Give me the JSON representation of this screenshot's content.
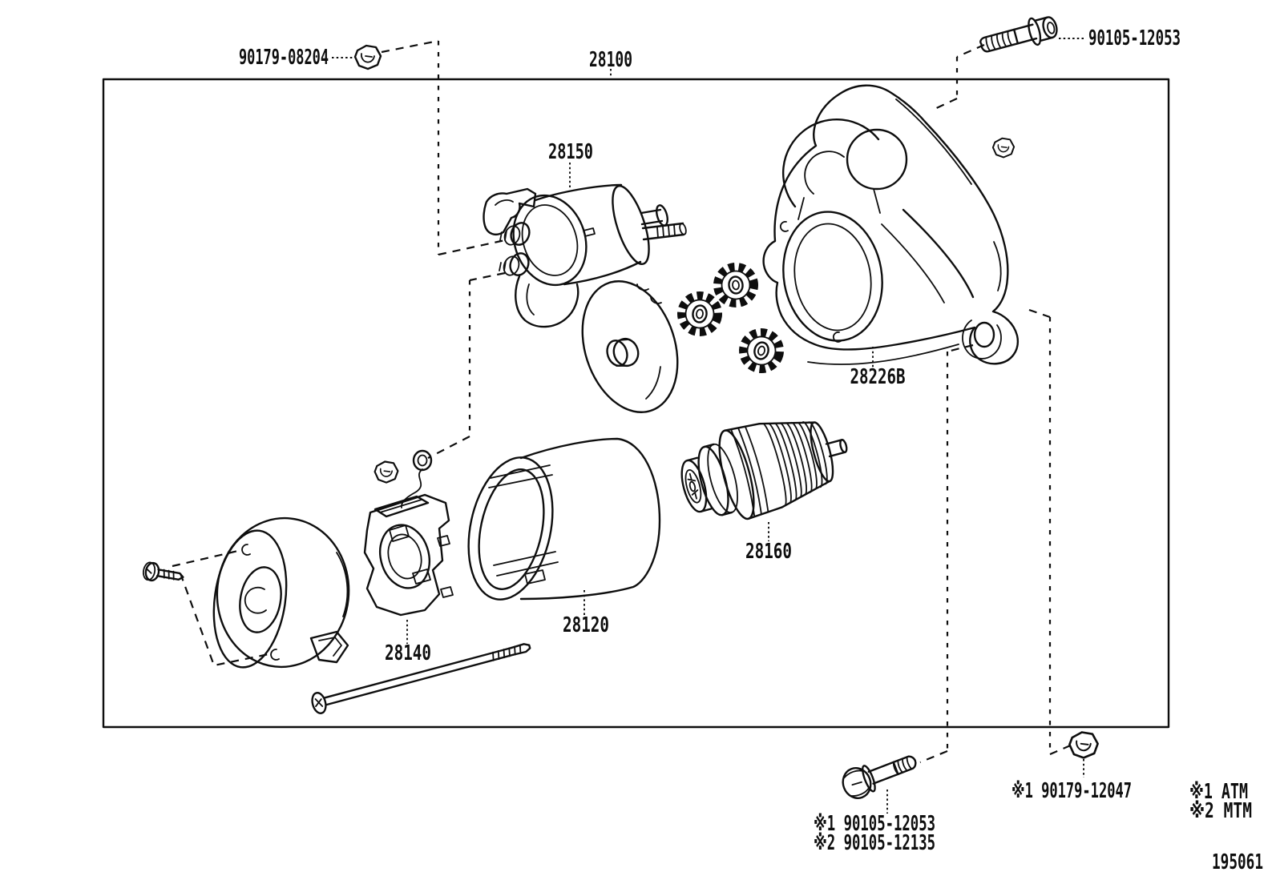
{
  "diagram": {
    "title_part_number": "28100",
    "parts": {
      "assembly": "28100",
      "solenoid_switch": "28150",
      "yoke": "28120",
      "brush_holder": "28140",
      "clutch": "28160",
      "drive_housing": "28226B",
      "terminal_nut": "90179-08204",
      "mount_bolt_top": "90105-12053",
      "mount_bolt_atm": "※1 90105-12053",
      "mount_bolt_mtm": "※2 90105-12135",
      "lock_nut": "※1 90179-12047"
    },
    "legend": {
      "atm": "※1 ATM",
      "mtm": "※2 MTM"
    },
    "figure_code": "195061",
    "colors": {
      "line": "#0e0e0e",
      "background": "#ffffff"
    }
  }
}
